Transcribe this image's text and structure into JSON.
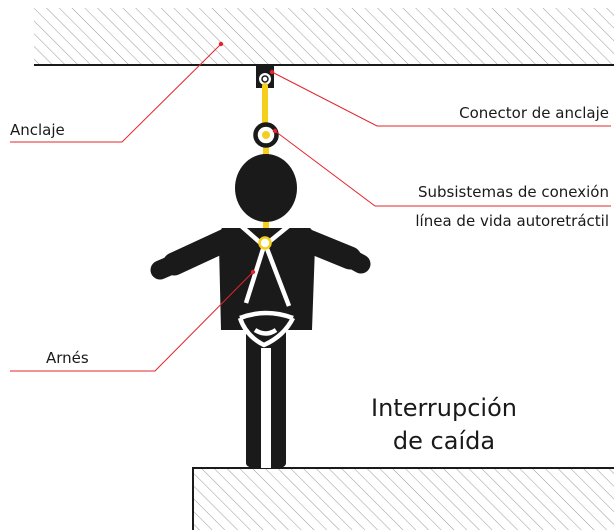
{
  "labels": {
    "anchor": "Anclaje",
    "anchor_connector": "Conector de anclaje",
    "connection_line1": "Subsistemas de conexión",
    "connection_line2": "línea de vida autoretráctil",
    "harness": "Arnés",
    "fall_arrest_line1": "Interrupción",
    "fall_arrest_line2": "de caída"
  },
  "colors": {
    "lifeline": "#f5cf1c",
    "leader": "#e3242b",
    "figure": "#1a1a1a",
    "hatch": "#9a9a9a"
  }
}
